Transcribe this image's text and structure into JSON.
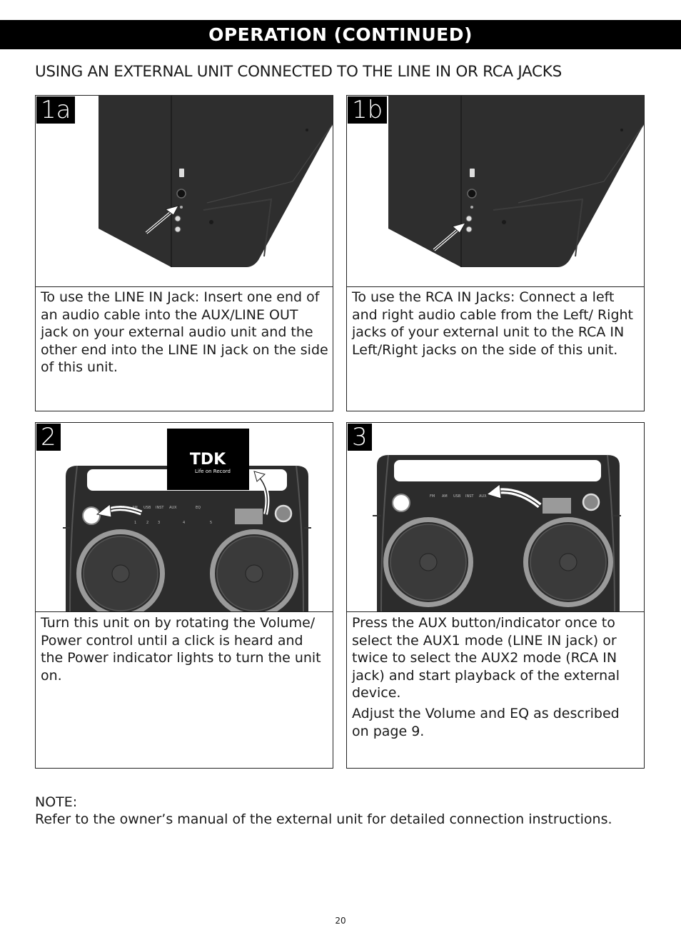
{
  "banner": "OPERATION (CONTINUED)",
  "heading": "USING AN EXTERNAL UNIT CONNECTED TO THE LINE IN OR RCA JACKS",
  "panels": [
    {
      "step": "1a",
      "text": [
        "To use the LINE IN Jack: Insert one end of an audio cable into the AUX/LINE OUT jack on your external audio unit and the other end into the LINE IN jack on the side of this unit."
      ]
    },
    {
      "step": "1b",
      "text": [
        "To use the RCA IN Jacks: Connect a left and right audio cable from the Left/ Right jacks of your external unit to the RCA IN Left/Right jacks on the side of this unit."
      ]
    },
    {
      "step": "2",
      "text": [
        "Turn this unit on by rotating the Volume/ Power control until a click is heard and the Power indicator lights to turn the unit on."
      ]
    },
    {
      "step": "3",
      "text": [
        "Press the AUX button/indicator once to select the AUX1 mode (LINE IN jack) or twice to select the AUX2 mode (RCA IN jack) and start playback of the external device.",
        "Adjust the Volume and EQ as described on page 9."
      ]
    }
  ],
  "device_labels": {
    "modes": [
      "FM",
      "AM",
      "USB",
      "INST",
      "AUX"
    ],
    "eq": "EQ",
    "presets": [
      "1",
      "2",
      "3",
      "4",
      "5"
    ],
    "brand": "TDK",
    "tagline": "Life on Record"
  },
  "note": {
    "title": "NOTE:",
    "body": "Refer to the owner’s manual of the external unit for detailed connection instructions."
  },
  "page_number": "20"
}
